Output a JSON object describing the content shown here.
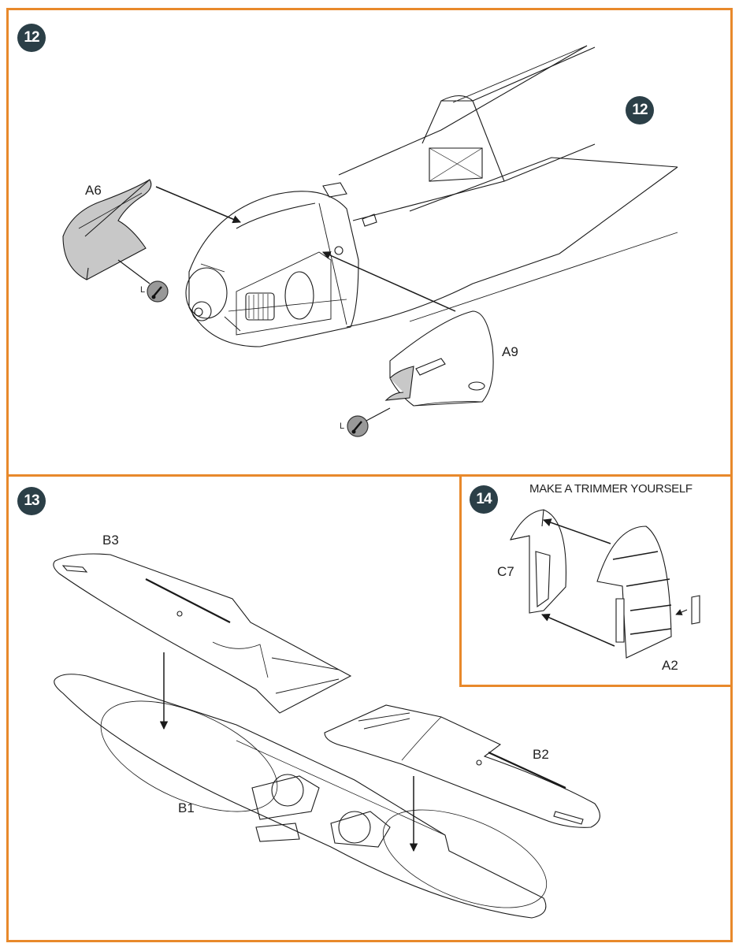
{
  "steps": {
    "step12": {
      "badge": "12",
      "badge_secondary": "12",
      "parts": {
        "a6": "A6",
        "a9": "A9"
      },
      "glue_marks": [
        "L",
        "L"
      ]
    },
    "step13": {
      "badge": "13",
      "parts": {
        "b3": "B3",
        "b1": "B1",
        "b2": "B2"
      }
    },
    "step14": {
      "badge": "14",
      "instruction": "MAKE A TRIMMER YOURSELF",
      "parts": {
        "c7": "C7",
        "a2": "A2"
      }
    }
  },
  "colors": {
    "frame": "#E8892B",
    "badge": "#2B3F47",
    "part_fill": "#C8C8C8",
    "line": "#1A1A1A"
  },
  "icons": [
    "glue-brush-icon",
    "arrow-icon"
  ]
}
